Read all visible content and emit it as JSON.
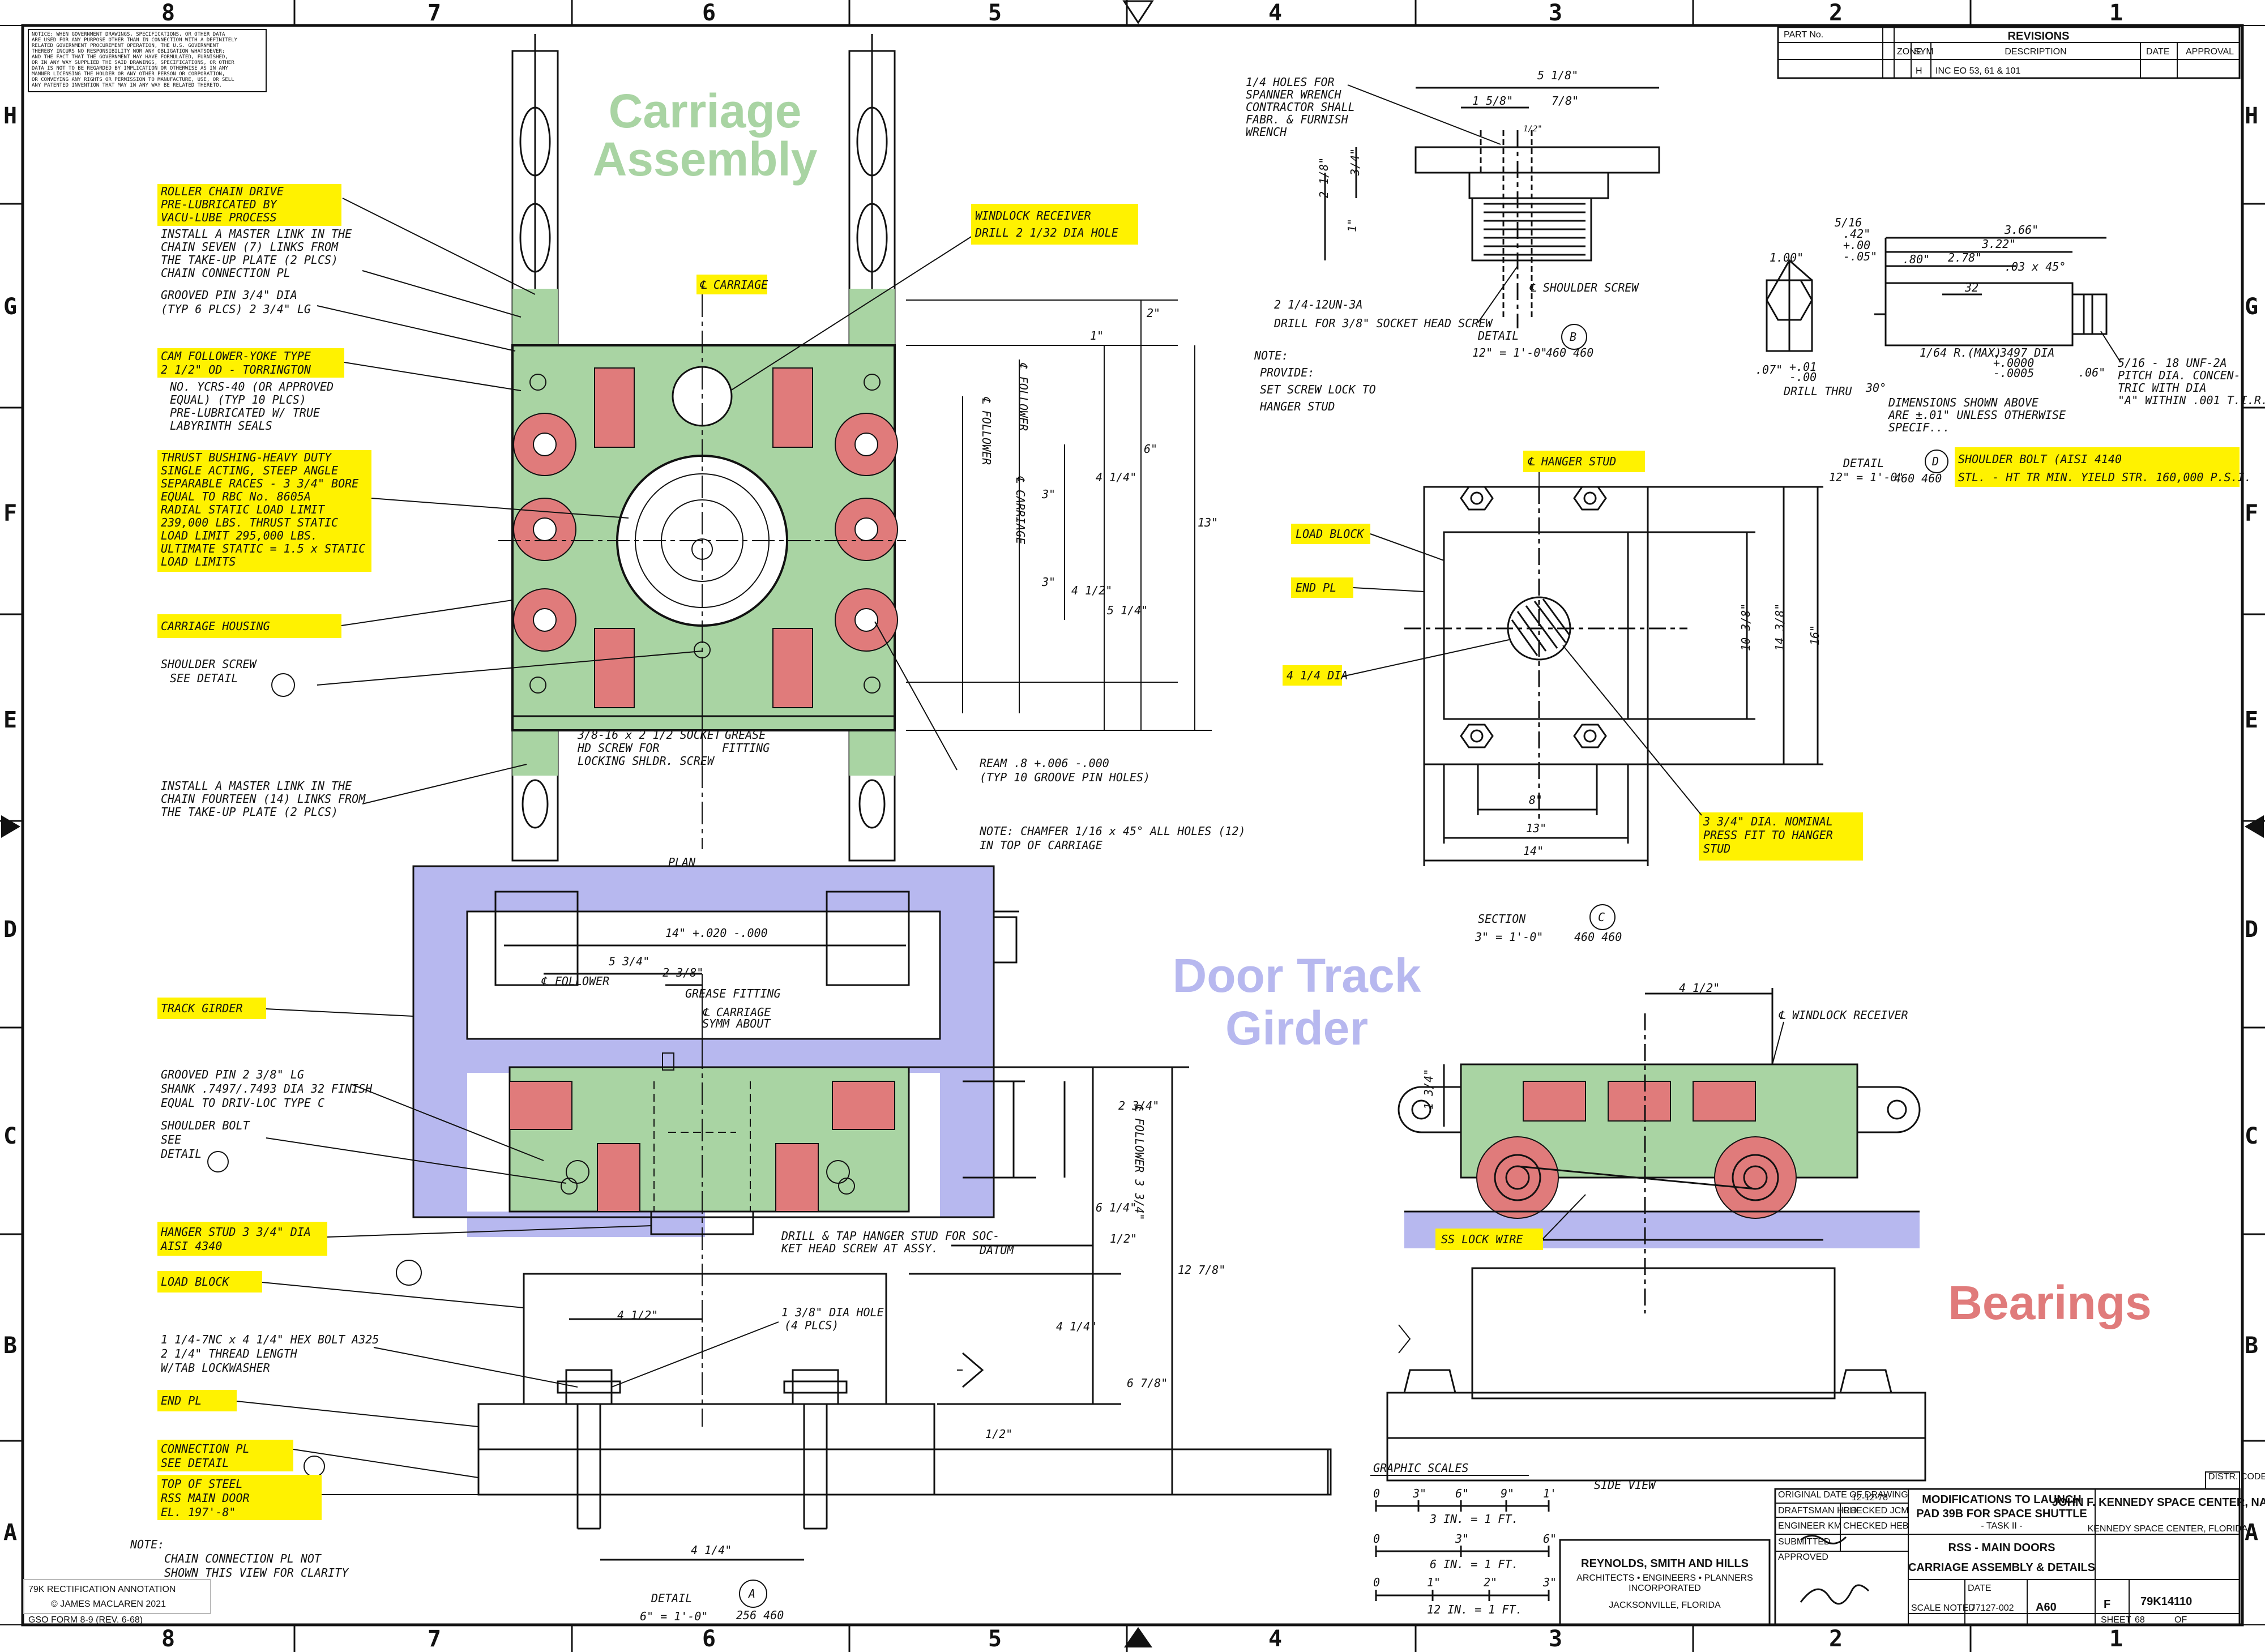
{
  "zones": {
    "columns": [
      "8",
      "7",
      "6",
      "5",
      "4",
      "3",
      "2",
      "1"
    ],
    "rows": [
      "H",
      "G",
      "F",
      "E",
      "D",
      "C",
      "B",
      "A"
    ]
  },
  "legend": {
    "carriage": {
      "label_line1": "Carriage",
      "label_line2": "Assembly",
      "color": "#a9d4a3"
    },
    "girder": {
      "label_line1": "Door Track",
      "label_line2": "Girder",
      "color": "#b7b8ef"
    },
    "bearings": {
      "label": "Bearings",
      "color": "#e07b7b"
    }
  },
  "colors": {
    "highlight": "#fff200",
    "ink": "#111111",
    "sheet": "#ffffff"
  },
  "callouts_plan": {
    "roller_chain": [
      "ROLLER CHAIN DRIVE",
      "PRE-LUBRICATED BY",
      "VACU-LUBE PROCESS"
    ],
    "master_link_top": [
      "INSTALL A MASTER LINK IN THE",
      "CHAIN SEVEN (7) LINKS FROM",
      "THE TAKE-UP PLATE (2 PLCS)",
      "CHAIN CONNECTION PL"
    ],
    "grooved_pin_top": [
      "GROOVED PIN 3/4\" DIA",
      "(TYP 6 PLCS) 2 3/4\" LG"
    ],
    "cam_follower": [
      "CAM FOLLOWER-YOKE TYPE",
      "2 1/2\" OD - TORRINGTON"
    ],
    "cam_follower_note": [
      "NO. YCRS-40 (OR APPROVED",
      "EQUAL) (TYP 10 PLCS)",
      "PRE-LUBRICATED W/ TRUE",
      "LABYRINTH SEALS"
    ],
    "thrust_bushing": [
      "THRUST BUSHING-HEAVY DUTY",
      "SINGLE ACTING, STEEP ANGLE",
      "SEPARABLE RACES - 3 3/4\" BORE",
      "EQUAL TO RBC No. 8605A",
      "RADIAL STATIC LOAD LIMIT",
      "239,000 LBS. THRUST STATIC",
      "LOAD LIMIT 295,000 LBS.",
      "ULTIMATE STATIC = 1.5 x STATIC",
      "LOAD LIMITS"
    ],
    "carriage_housing": "CARRIAGE HOUSING",
    "shoulder_screw": [
      "SHOULDER SCREW",
      "SEE DETAIL"
    ],
    "master_link_bottom": [
      "INSTALL A MASTER LINK IN THE",
      "CHAIN FOURTEEN (14) LINKS FROM",
      "THE TAKE-UP PLATE (2 PLCS)"
    ],
    "windlock": [
      "WINDLOCK RECEIVER",
      "DRILL 2 1/32 DIA HOLE"
    ],
    "cl_carriage": "℄ CARRIAGE",
    "socket_screw": [
      "3/8-16 x 2 1/2 SOCKET",
      "HD SCREW FOR",
      "LOCKING SHLDR. SCREW"
    ],
    "grease_fitting": [
      "GREASE",
      "FITTING"
    ],
    "ream": [
      "REAM .8 +.006 -.000",
      "(TYP 10 GROOVE PIN HOLES)"
    ],
    "chamfer": [
      "NOTE: CHAMFER 1/16 x 45° ALL HOLES (12)",
      "IN TOP OF CARRIAGE"
    ],
    "plan_title": "PLAN",
    "follower_a": "℄ FOLLOWER",
    "follower_b": "℄ FOLLOWER",
    "carriage_vert": "℄ CARRIAGE",
    "dims": [
      "2\"",
      "6\"",
      "4 1/4\"",
      "5 1/4\"",
      "4 1/2\"",
      "3\"",
      "3\"",
      "13\"",
      "1\""
    ]
  },
  "callouts_detail_a": {
    "track_girder": "TRACK GIRDER",
    "grooved_pin": [
      "GROOVED PIN 2 3/8\" LG",
      "SHANK .7497/.7493 DIA 32 FINISH",
      "EQUAL TO DRIV-LOC TYPE C"
    ],
    "shoulder_bolt": [
      "SHOULDER BOLT",
      "SEE",
      "DETAIL"
    ],
    "hanger_stud": [
      "HANGER STUD 3 3/4\" DIA",
      "AISI 4340"
    ],
    "load_block": "LOAD BLOCK",
    "hex_bolt": [
      "1 1/4-7NC x 4 1/4\" HEX BOLT A325",
      "2 1/4\" THREAD LENGTH",
      "W/TAB LOCKWASHER"
    ],
    "end_pl": "END PL",
    "connection_pl": [
      "CONNECTION PL",
      "SEE DETAIL"
    ],
    "top_of_steel": [
      "TOP OF STEEL",
      "RSS MAIN DOOR",
      "EL. 197'-8\""
    ],
    "note_bottom": [
      "NOTE:",
      "CHAIN CONNECTION PL NOT",
      "SHOWN THIS VIEW FOR CLARITY"
    ],
    "grease_fitting": "GREASE FITTING",
    "cl_carriage_symm": [
      "℄ CARRIAGE",
      "SYMM ABOUT"
    ],
    "drill_tap": [
      "DRILL & TAP HANGER STUD FOR SOC-",
      "KET HEAD SCREW AT ASSY."
    ],
    "datum": "DATUM",
    "hole": [
      "1 3/8\" DIA HOLE",
      "(4 PLCS)"
    ],
    "cl_follower": "℄ FOLLOWER",
    "cl_follower_vert": "℄ FOLLOWER 3 3/4\"",
    "dims": [
      "14\" +.020 -.000",
      "5 3/4\"",
      "2 3/8\"",
      "4 1/2\"",
      "4 1/4\"",
      "2 3/4\"",
      "6 1/4\"",
      "12 7/8\"",
      "6 7/8\"",
      "4 1/4\"",
      "1/2\"",
      "1/2\""
    ],
    "title": "DETAIL",
    "scale": "6\" = 1'-0\"",
    "ref_num": "A",
    "ref_sheets": "256 460"
  },
  "detail_b": {
    "spanner": [
      "1/4 HOLES FOR",
      "SPANNER WRENCH",
      "CONTRACTOR SHALL",
      "FABR. & FURNISH",
      "WRENCH"
    ],
    "screw": [
      "2 1/4-12UN-3A",
      "DRILL FOR 3/8\" SOCKET HEAD SCREW"
    ],
    "cl_shoulder": "℄ SHOULDER SCREW",
    "note": [
      "NOTE:",
      "PROVIDE:",
      "SET SCREW LOCK TO",
      "HANGER STUD"
    ],
    "title": "DETAIL",
    "scale": "12\" = 1'-0\"",
    "ref_num": "B",
    "ref_sheets": "460 460",
    "dims": [
      "5 1/8\"",
      "1 5/8\"",
      "7/8\"",
      "1/2\"",
      "2 1/8\"",
      "1\"",
      "3/4\""
    ]
  },
  "detail_d": {
    "dims": [
      "3.66\"",
      "3.22\"",
      "2.78\"",
      "1.00\"",
      ".42\"",
      "+.00",
      "-.05\"",
      ".80\"",
      ".03 x 45°",
      "32",
      "1/64 R.(MAX)",
      ".3497 DIA",
      "+.0000",
      "-.0005",
      ".07\"",
      "+.01",
      "-.00",
      ".06\"",
      "30°",
      "5/16"
    ],
    "drill_thru": "DRILL THRU",
    "dims_note": [
      "DIMENSIONS SHOWN ABOVE",
      "ARE ±.01\" UNLESS OTHERWISE",
      "SPECIF..."
    ],
    "thread": [
      "5/16 - 18 UNF-2A",
      "PITCH DIA. CONCEN-",
      "TRIC WITH DIA",
      "\"A\" WITHIN .001 T.I.R."
    ],
    "title": "DETAIL",
    "scale": "12\" = 1'-0\"",
    "ref_num": "D",
    "ref_sheets": "460 460",
    "material": [
      "SHOULDER BOLT (AISI 4140",
      "STL. - HT TR MIN. YIELD STR. 160,000 P.S.I."
    ]
  },
  "section_c": {
    "cl_hanger": "℄ HANGER STUD",
    "load_block": "LOAD BLOCK",
    "end_pl": "END PL",
    "dia": "4 1/4 DIA",
    "press_fit": [
      "3 3/4\" DIA. NOMINAL",
      "PRESS FIT TO HANGER",
      "STUD"
    ],
    "dims": [
      "10 3/8\"",
      "14 3/8\"",
      "16\"",
      "8\"",
      "13\"",
      "14\""
    ],
    "title": "SECTION",
    "scale": "3\" = 1'-0\"",
    "ref_num": "C",
    "ref_sheets": "460 460"
  },
  "side_view": {
    "windlock": "℄ WINDLOCK RECEIVER",
    "lock_wire": "SS LOCK WIRE",
    "dims": [
      "4 1/2\"",
      "1 3/4\""
    ],
    "title": "SIDE VIEW"
  },
  "graphic_scales": {
    "title": "GRAPHIC SCALES",
    "s1": {
      "label": "3 IN. = 1 FT.",
      "ticks": [
        "0",
        "3\"",
        "6\"",
        "9\"",
        "1'"
      ]
    },
    "s2": {
      "label": "6 IN. = 1 FT.",
      "ticks": [
        "0",
        "3\"",
        "6\""
      ]
    },
    "s3": {
      "label": "12 IN. = 1 FT.",
      "ticks": [
        "0",
        "1\"",
        "2\"",
        "3\""
      ]
    }
  },
  "title_block": {
    "firm": [
      "REYNOLDS, SMITH AND HILLS",
      "ARCHITECTS • ENGINEERS • PLANNERS",
      "INCORPORATED",
      "JACKSONVILLE, FLORIDA"
    ],
    "original_date_label": "ORIGINAL DATE OF DRAWING",
    "original_date": "12-12-78",
    "drafted": "DRAFTSMAN HRO",
    "checked": "CHECKED JCM",
    "engineer": "ENGINEER KM",
    "engr_checked": "CHECKED HEB",
    "submitted": "SUBMITTED",
    "approved": "APPROVED",
    "title_lines": [
      "MODIFICATIONS TO LAUNCH",
      "PAD 39B FOR SPACE SHUTTLE",
      "- TASK II -",
      "RSS - MAIN DOORS",
      "CARRIAGE ASSEMBLY & DETAILS"
    ],
    "agency": [
      "JOHN F. KENNEDY SPACE CENTER, NASA",
      "KENNEDY SPACE CENTER, FLORIDA"
    ],
    "scale": "SCALE NOTED",
    "date_label": "DATE",
    "job_no": "77127-002",
    "sheet_ref": "A60",
    "size": "F",
    "dwg_no": "79K14110",
    "sheet_label": "SHEET",
    "sheet_no": "68",
    "sheet_of": "OF",
    "dist_code": "DISTR. CODE"
  },
  "revisions": {
    "part_no_label": "PART No.",
    "title": "REVISIONS",
    "headers": [
      "ZONE",
      "SYM",
      "DESCRIPTION",
      "DATE",
      "APPROVAL"
    ],
    "row": {
      "zone": "",
      "sym": "H",
      "desc": "INC EO 53, 61 & 101"
    }
  },
  "annotation_credit": [
    "79K RECTIFICATION ANNOTATION",
    "© JAMES MACLAREN 2021"
  ],
  "form_no": "GSO FORM 8-9 (REV. 6-68)",
  "gov_notice": [
    "NOTICE: WHEN GOVERNMENT DRAWINGS, SPECIFICATIONS, OR OTHER DATA",
    "ARE USED FOR ANY PURPOSE OTHER THAN IN CONNECTION WITH A DEFINITELY",
    "RELATED GOVERNMENT PROCUREMENT OPERATION, THE U.S. GOVERNMENT",
    "THEREBY INCURS NO RESPONSIBILITY NOR ANY OBLIGATION WHATSOEVER;",
    "AND THE FACT THAT THE GOVERNMENT MAY HAVE FORMULATED, FURNISHED,",
    "OR IN ANY WAY SUPPLIED THE SAID DRAWINGS, SPECIFICATIONS, OR OTHER",
    "DATA IS NOT TO BE REGARDED BY IMPLICATION OR OTHERWISE AS IN ANY",
    "MANNER LICENSING THE HOLDER OR ANY OTHER PERSON OR CORPORATION,",
    "OR CONVEYING ANY RIGHTS OR PERMISSION TO MANUFACTURE, USE, OR SELL",
    "ANY PATENTED INVENTION THAT MAY IN ANY WAY BE RELATED THERETO."
  ]
}
